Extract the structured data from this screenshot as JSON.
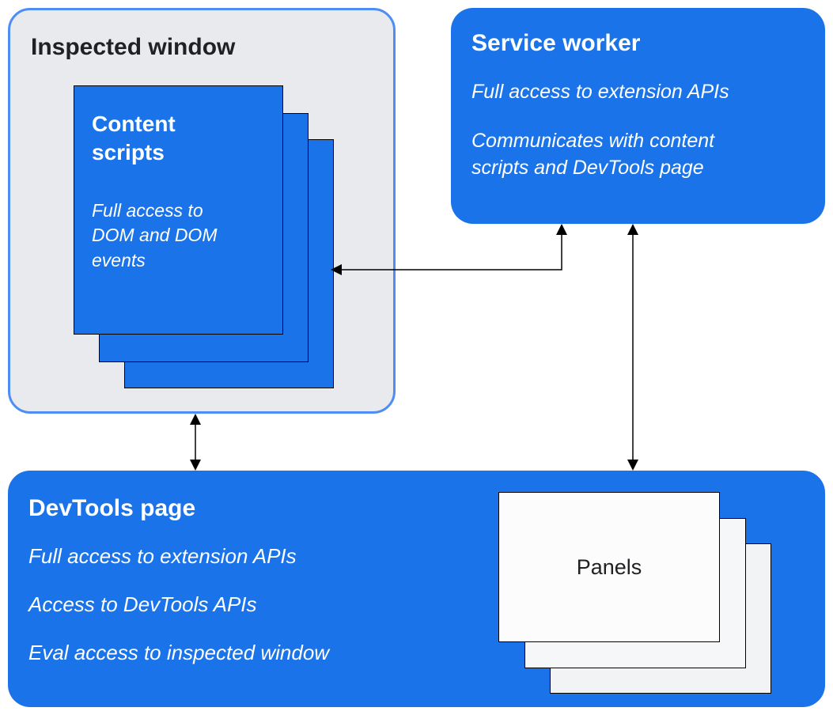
{
  "inspected_window": {
    "title": "Inspected window",
    "content_scripts": {
      "title": "Content\nscripts",
      "description": "Full access to\nDOM and DOM\nevents"
    }
  },
  "service_worker": {
    "title": "Service worker",
    "line1": "Full access to extension APIs",
    "line2": "Communicates with content\nscripts and DevTools page"
  },
  "devtools_page": {
    "title": "DevTools page",
    "line1": "Full access to extension APIs",
    "line2": "Access to DevTools APIs",
    "line3": "Eval access to inspected window",
    "panels": {
      "title": "Panels"
    }
  },
  "connections": [
    {
      "from": "service-worker",
      "to": "content-scripts",
      "bidirectional": true
    },
    {
      "from": "devtools-page",
      "to": "inspected-window",
      "bidirectional": true
    },
    {
      "from": "devtools-page",
      "to": "service-worker",
      "bidirectional": true
    }
  ],
  "colors": {
    "primary_blue": "#1a73e8",
    "inspected_window_fill": "#e8eaed",
    "inspected_window_border": "#4e8df5",
    "card_border": "#000000",
    "panel_fill": "#fcfcfc",
    "text_dark": "#202124",
    "text_light": "#ffffff",
    "arrow": "#000000"
  }
}
